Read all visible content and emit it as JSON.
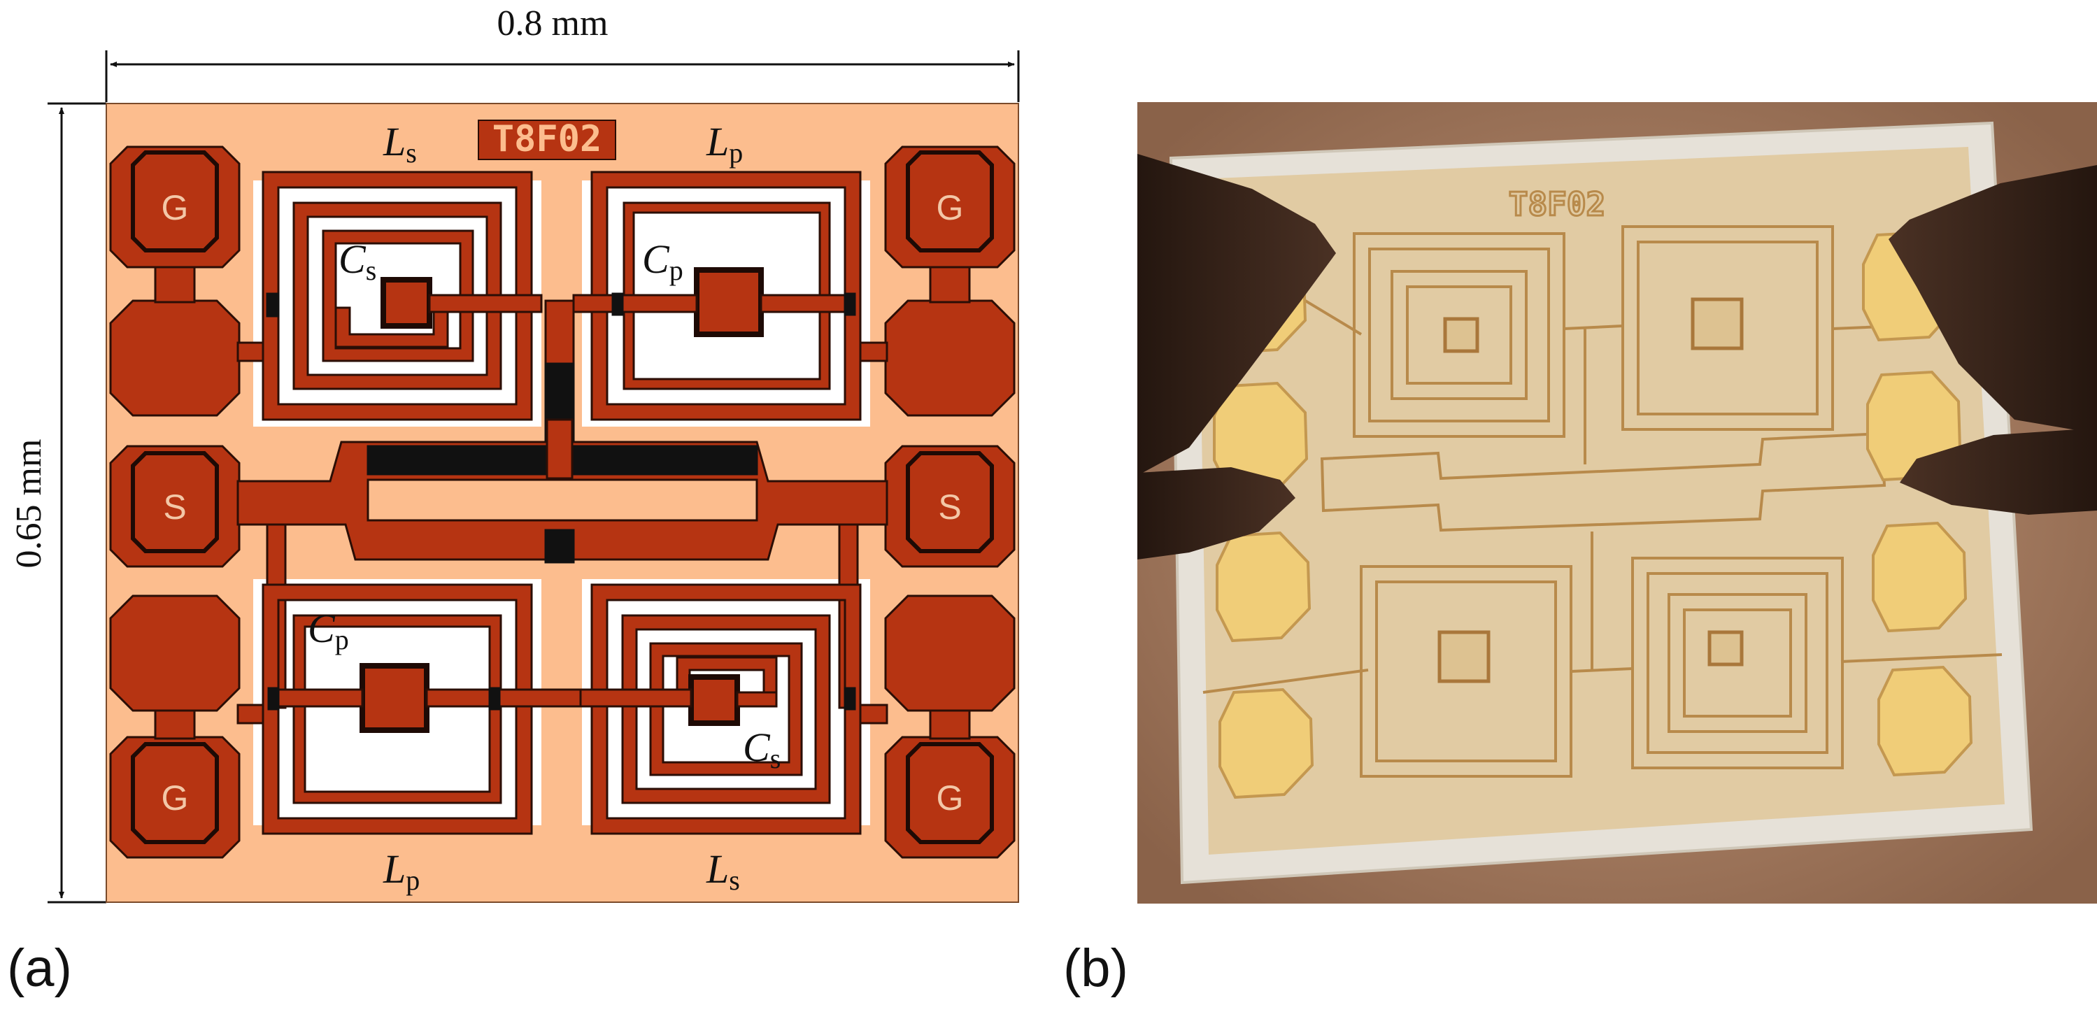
{
  "panels": {
    "a": "(a)",
    "b": "(b)"
  },
  "dimensions": {
    "width": "0.8 mm",
    "height": "0.65 mm"
  },
  "chip_id": "T8F02",
  "pads": {
    "ground": "G",
    "signal": "S"
  },
  "components": {
    "ls": {
      "main": "L",
      "sub": "s"
    },
    "lp": {
      "main": "L",
      "sub": "p"
    },
    "cs": {
      "main": "C",
      "sub": "s"
    },
    "cp": {
      "main": "C",
      "sub": "p"
    }
  },
  "colors": {
    "substrate": "#fcbd8e",
    "metal": "#b63412",
    "metal_edge": "#2b0e06",
    "photo_bg": "#a4795f",
    "photo_chip": "#e1cba3",
    "photo_line": "#b88a4b",
    "photo_pad": "#f0cd78",
    "probe": "#2a1a12"
  }
}
